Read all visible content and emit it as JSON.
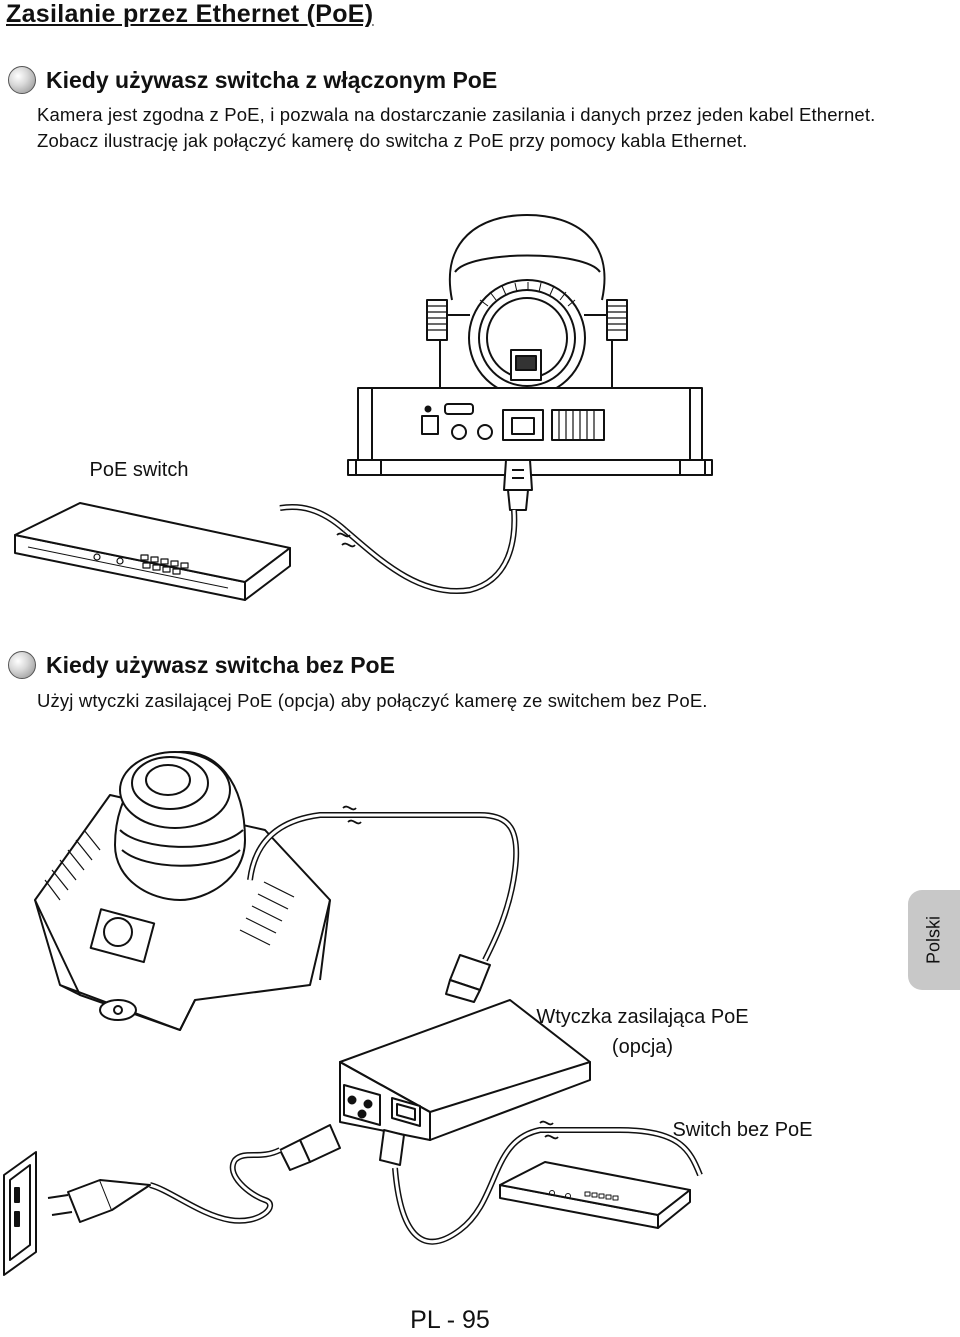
{
  "page": {
    "title": "Zasilanie przez Ethernet (PoE)",
    "page_number": "PL - 95",
    "side_tab": "Polski"
  },
  "section_poe": {
    "heading": "Kiedy używasz switcha z włączonym PoE",
    "body": "Kamera jest zgodna z PoE, i pozwala na dostarczanie zasilania i danych przez jeden kabel Ethernet. Zobacz ilustrację jak połączyć kamerę do switcha z PoE przy pomocy kabla Ethernet.",
    "label_switch": "PoE switch"
  },
  "section_no_poe": {
    "heading": "Kiedy używasz switcha bez PoE",
    "body": "Użyj wtyczki zasilającej PoE (opcja) aby połączyć kamerę ze switchem bez PoE.",
    "label_injector": "Wtyczka zasilająca PoE (opcja)",
    "label_switch": "Switch bez PoE"
  }
}
